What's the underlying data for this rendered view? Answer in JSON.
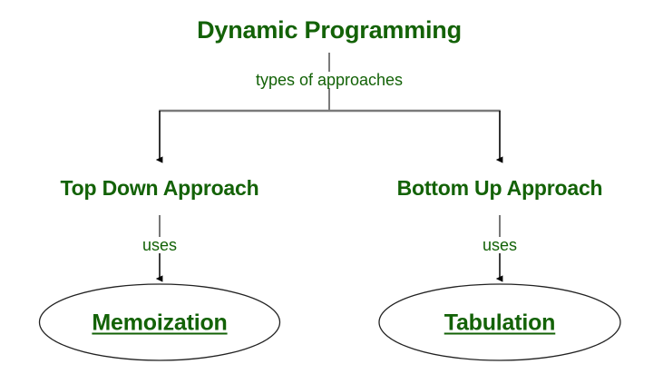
{
  "diagram": {
    "title": "Dynamic Programming",
    "background_color": "#ffffff",
    "text_color": "#136207",
    "edge_color": "#5a5a5a",
    "arrow_color": "#000000",
    "shape_stroke_color": "#222222",
    "root": {
      "label": "Dynamic Programming"
    },
    "edges": {
      "root_to_branches_label": "types of approaches",
      "left_uses_label": "uses",
      "right_uses_label": "uses"
    },
    "branches": [
      {
        "label": "Top Down Approach",
        "edge_label": "uses",
        "terminal": "Memoization"
      },
      {
        "label": "Bottom Up Approach",
        "edge_label": "uses",
        "terminal": "Tabulation"
      }
    ],
    "terminals": [
      {
        "label": "Memoization",
        "shape": "ellipse"
      },
      {
        "label": "Tabulation",
        "shape": "ellipse"
      }
    ]
  }
}
